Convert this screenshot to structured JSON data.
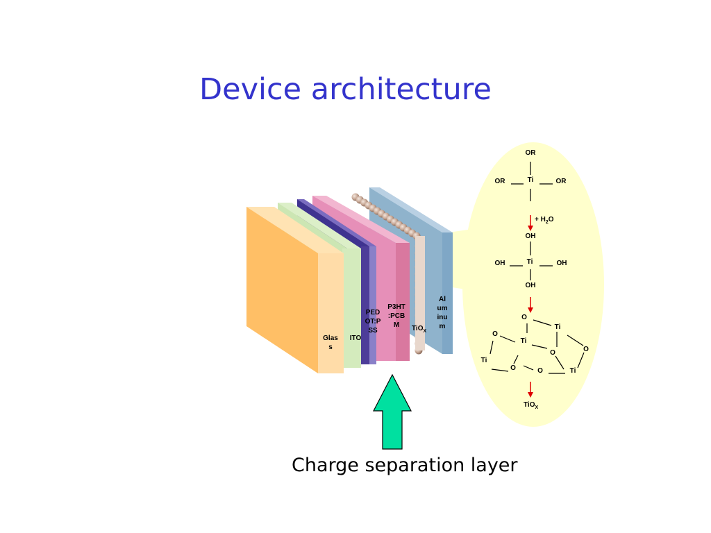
{
  "slide": {
    "title": "Device architecture",
    "caption": "Charge separation layer"
  },
  "layers": {
    "glass": [
      "Glas",
      "s"
    ],
    "ito": "ITO",
    "pedot": [
      "PED",
      "OT:P",
      "SS"
    ],
    "p3ht": [
      "P3HT",
      ":PCB",
      "M"
    ],
    "tiox": {
      "base": "TiO",
      "sub": "X"
    },
    "aluminum": [
      "Al",
      "um",
      "inu",
      "m"
    ]
  },
  "chemistry": {
    "step1": {
      "top": "OR",
      "left": "OR",
      "center": "Ti",
      "right": "OR"
    },
    "reagent": {
      "prefix": "+ H",
      "sub": "2",
      "suffix": "O"
    },
    "step2": {
      "top": "OH",
      "left": "OH",
      "center": "Ti",
      "right": "OH",
      "bottom": "OH"
    },
    "network": {
      "o1": "O",
      "ti1": "Ti",
      "o2": "O",
      "ti2": "Ti",
      "ti3": "Ti",
      "o3": "O",
      "o4": "O",
      "o5": "O",
      "o6": "O",
      "ti4": "Ti"
    },
    "product": {
      "base": "TiO",
      "sub": "X"
    }
  },
  "colors": {
    "title": "#3333cc",
    "glass": "#ffbf66",
    "ito": "#cce6b3",
    "pedot": "#4d3d99",
    "p3ht": "#e68fb8",
    "tiox": "#c8a898",
    "aluminum": "#8fb3cc",
    "ellipse": "#ffffcc",
    "arrow_red": "#dd0000",
    "arrow_green": "#00e0a0"
  }
}
